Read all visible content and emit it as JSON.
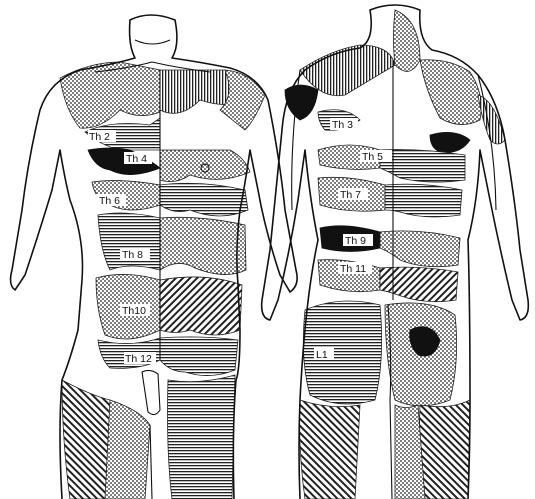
{
  "labels": {
    "front": {
      "th2": "Th 2",
      "th4": "Th 4",
      "th6": "Th 6",
      "th8": "Th 8",
      "th10": "Th10",
      "th12": "Th 12"
    },
    "back": {
      "th3": "Th 3",
      "th5": "Th 5",
      "th7": "Th 7",
      "th9": "Th 9",
      "th11": "Th 11",
      "l1": "L1"
    }
  }
}
